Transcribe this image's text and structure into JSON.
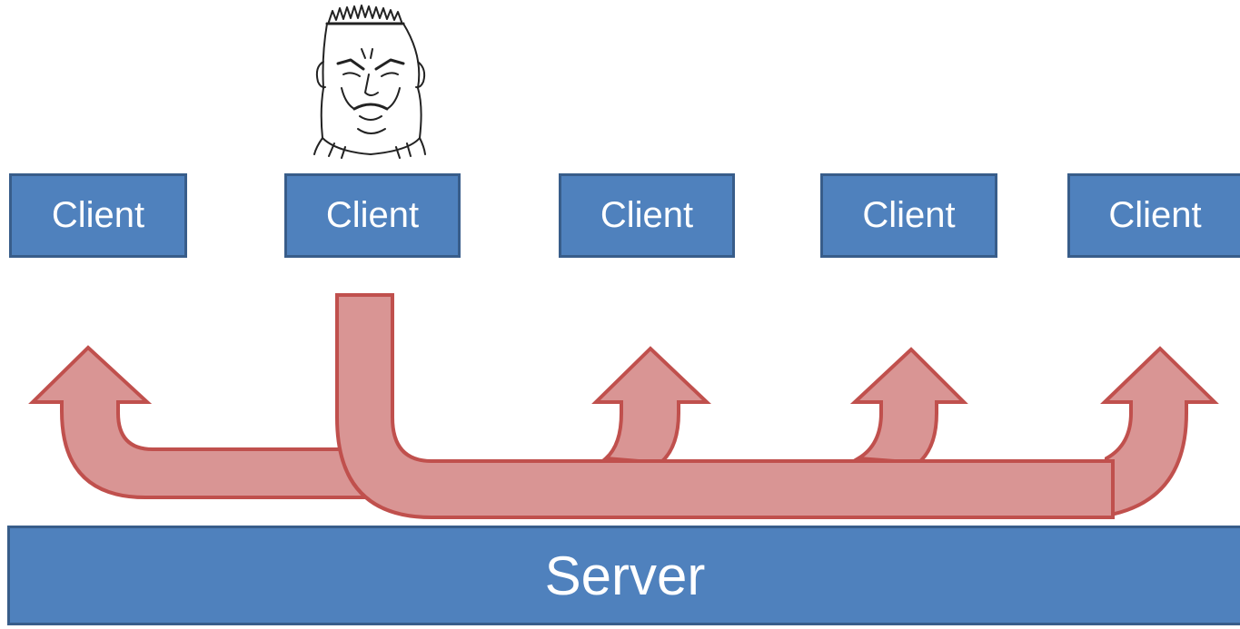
{
  "clients": [
    {
      "label": "Client"
    },
    {
      "label": "Client"
    },
    {
      "label": "Client"
    },
    {
      "label": "Client"
    },
    {
      "label": "Client"
    }
  ],
  "server": {
    "label": "Server"
  },
  "colors": {
    "box_fill": "#4f81bd",
    "box_border": "#385d8a",
    "box_text": "#ffffff",
    "arrow_fill": "#d99594",
    "arrow_border": "#c0504d"
  },
  "icons": {
    "grumpy_face": "grumpy-man-sketch-icon"
  }
}
